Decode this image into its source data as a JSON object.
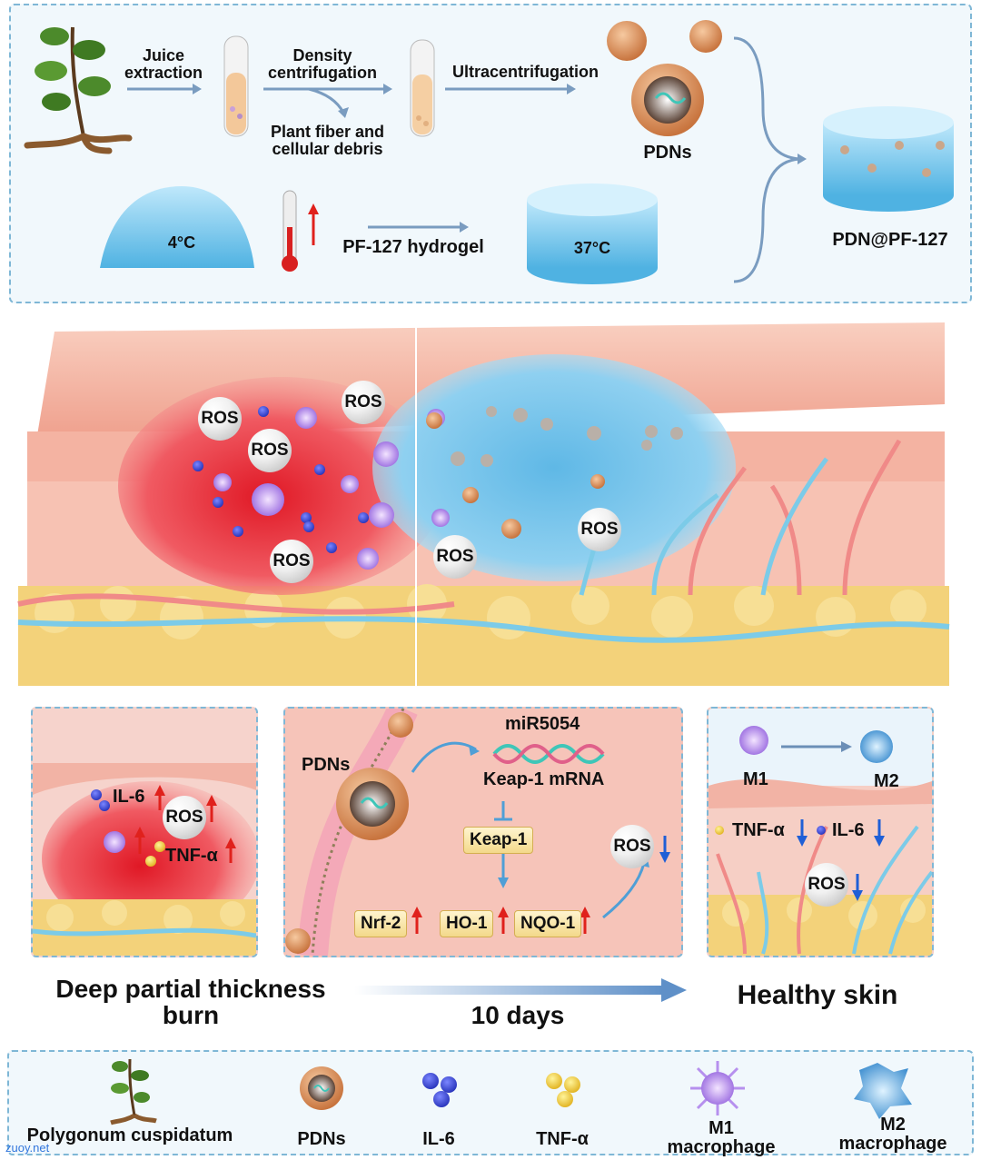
{
  "top": {
    "juice_extraction": "Juice\nextraction",
    "density_centrifugation": "Density\ncentrifugation",
    "plant_fiber": "Plant fiber and\ncellular debris",
    "ultracentrifugation": "Ultracentrifugation",
    "pdns": "PDNs",
    "temp_cold": "4°C",
    "hydrogel": "PF-127 hydrogel",
    "temp_warm": "37°C",
    "product": "PDN@PF-127"
  },
  "skin": {
    "ros": "ROS"
  },
  "inset_left": {
    "il6": "IL-6",
    "ros": "ROS",
    "tnf": "TNF-α"
  },
  "inset_mid": {
    "pdns": "PDNs",
    "mirna": "miR5054",
    "keap_mrna": "Keap-1 mRNA",
    "keap": "Keap-1",
    "nrf2": "Nrf-2",
    "ho1": "HO-1",
    "nqo1": "NQO-1",
    "ros": "ROS"
  },
  "inset_right": {
    "m1": "M1",
    "m2": "M2",
    "tnf": "TNF-α",
    "il6": "IL-6",
    "ros": "ROS"
  },
  "bottom": {
    "start": "Deep partial thickness\nburn",
    "time": "10 days",
    "end": "Healthy skin"
  },
  "legend": {
    "plant": "Polygonum cuspidatum",
    "pdns": "PDNs",
    "il6": "IL-6",
    "tnf": "TNF-α",
    "m1": "M1\nmacrophage",
    "m2": "M2\nmacrophage"
  },
  "watermark": "zuoy.net",
  "colors": {
    "panel_border": "#7fb7d6",
    "panel_bg": "#f1f8fc",
    "up_arrow": "#e0211c",
    "down_arrow": "#1f5fd6",
    "il6": "#3c45d8",
    "tnf": "#f2d23c",
    "hydrogel": "#6cc3ea",
    "skin": "#f0a896",
    "fat": "#f3d27a"
  }
}
